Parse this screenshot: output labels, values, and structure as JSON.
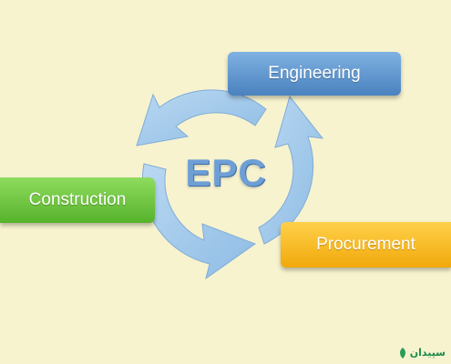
{
  "diagram": {
    "center_label": "EPC",
    "nodes": [
      {
        "id": "engineering",
        "label": "Engineering",
        "color": "#5b95d1"
      },
      {
        "id": "procurement",
        "label": "Procurement",
        "color": "#f7b718"
      },
      {
        "id": "construction",
        "label": "Construction",
        "color": "#6cc63e"
      }
    ],
    "cycle_arrow_color": "#9cc6ec",
    "logo_text": "سپیدان"
  }
}
